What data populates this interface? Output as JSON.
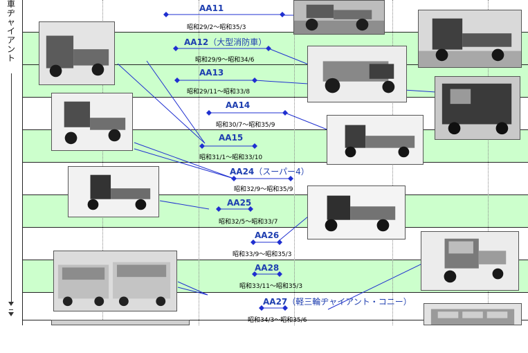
{
  "side_label": "車ヂャイアント",
  "colors": {
    "band_green": "#ccffcc",
    "timeline": "#1f2fd0",
    "model_text": "#1f3fb0",
    "connector": "#1f2fd0"
  },
  "models": [
    {
      "id": "aa11",
      "name": "AA11",
      "sub": "",
      "period": "昭和29/2〜昭和35/3"
    },
    {
      "id": "aa12",
      "name": "AA12",
      "sub": "（大型消防車）",
      "period": "昭和29/9〜昭和34/6"
    },
    {
      "id": "aa13",
      "name": "AA13",
      "sub": "",
      "period": "昭和29/11〜昭和33/8"
    },
    {
      "id": "aa14",
      "name": "AA14",
      "sub": "",
      "period": "昭和30/7〜昭和35/9"
    },
    {
      "id": "aa15",
      "name": "AA15",
      "sub": "",
      "period": "昭和31/1〜昭和33/10"
    },
    {
      "id": "aa24",
      "name": "AA24",
      "sub": "（スーパー4）",
      "period": "昭和32/9〜昭和35/9"
    },
    {
      "id": "aa25",
      "name": "AA25",
      "sub": "",
      "period": "昭和32/5〜昭和33/7"
    },
    {
      "id": "aa26",
      "name": "AA26",
      "sub": "",
      "period": "昭和33/9〜昭和35/3"
    },
    {
      "id": "aa28",
      "name": "AA28",
      "sub": "",
      "period": "昭和33/11〜昭和35/3"
    },
    {
      "id": "aa27",
      "name": "AA27",
      "sub": "（軽三輪ヂャイアント・コニー）",
      "period": "昭和34/3〜昭和35/6"
    }
  ],
  "photos": [
    {
      "id": "aa11",
      "type": "trike-open"
    },
    {
      "id": "aa12",
      "type": "fire-trike"
    },
    {
      "id": "aa13",
      "type": "truck-cab"
    },
    {
      "id": "aa14",
      "type": "dump-trike"
    },
    {
      "id": "aa15",
      "type": "van-trike"
    },
    {
      "id": "aa24",
      "type": "pickup-trike"
    },
    {
      "id": "aa25",
      "type": "cab-truck-side"
    },
    {
      "id": "aa26",
      "type": "truck-side"
    },
    {
      "id": "aa27",
      "type": "mini-trike"
    },
    {
      "id": "aa28",
      "type": "two-minivans"
    }
  ]
}
